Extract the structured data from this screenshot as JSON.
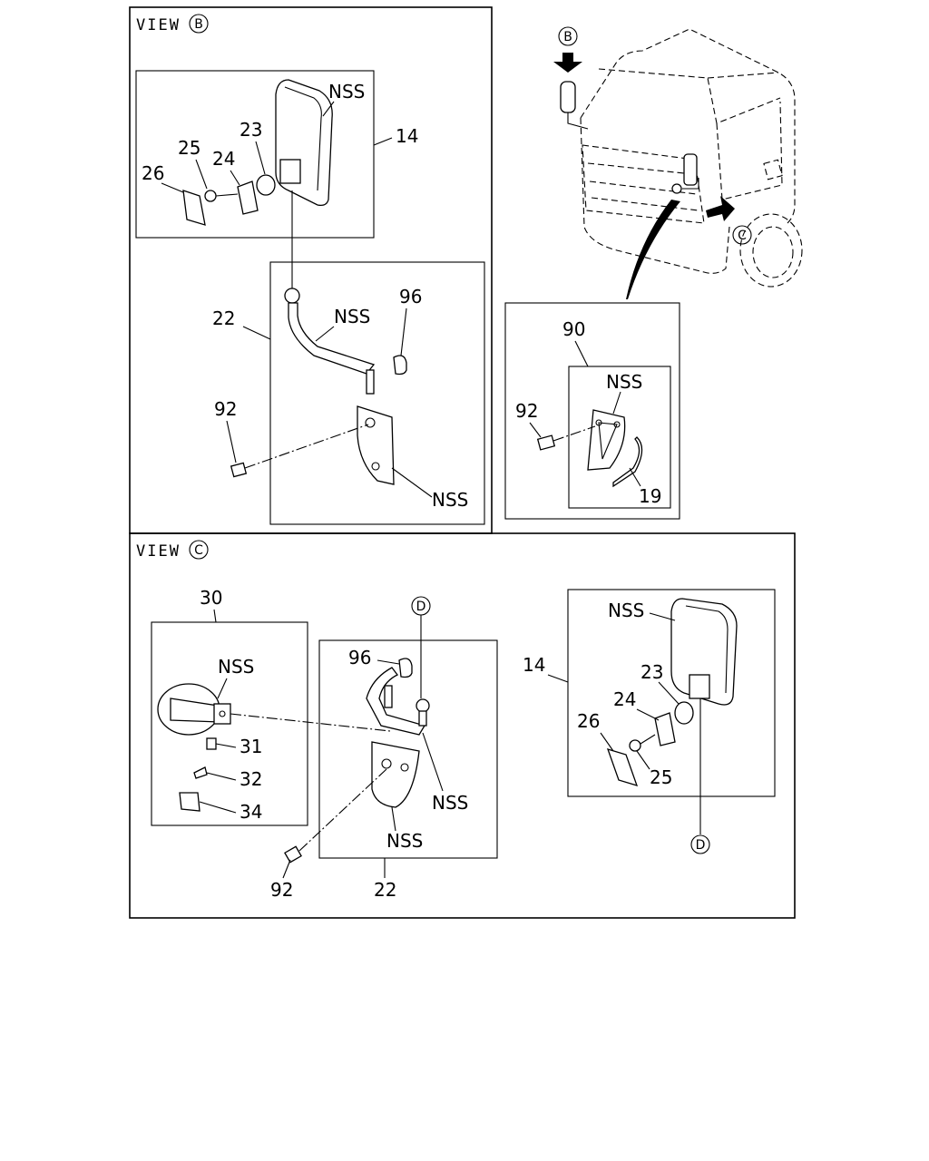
{
  "view_b": {
    "title": "VIEW",
    "marker": "B",
    "mirror_box": {
      "nss": "NSS",
      "p14": "14",
      "p23": "23",
      "p24": "24",
      "p25": "25",
      "p26": "26"
    },
    "bracket_box": {
      "p22": "22",
      "nss_top": "NSS",
      "p96": "96",
      "p92": "92",
      "nss_bottom": "NSS"
    }
  },
  "overview": {
    "arrow_b": "B",
    "arrow_c": "C"
  },
  "detail_90": {
    "p90": "90",
    "nss": "NSS",
    "p92": "92",
    "p19": "19"
  },
  "view_c": {
    "title": "VIEW",
    "marker": "C",
    "box30": {
      "p30": "30",
      "nss": "NSS",
      "p31": "31",
      "p32": "32",
      "p34": "34"
    },
    "box22": {
      "d_marker": "D",
      "p96": "96",
      "nss_right": "NSS",
      "nss_bottom": "NSS",
      "p92": "92",
      "p22": "22"
    },
    "box14": {
      "p14": "14",
      "nss": "NSS",
      "p23": "23",
      "p24": "24",
      "p25": "25",
      "p26": "26",
      "d_marker": "D"
    }
  }
}
